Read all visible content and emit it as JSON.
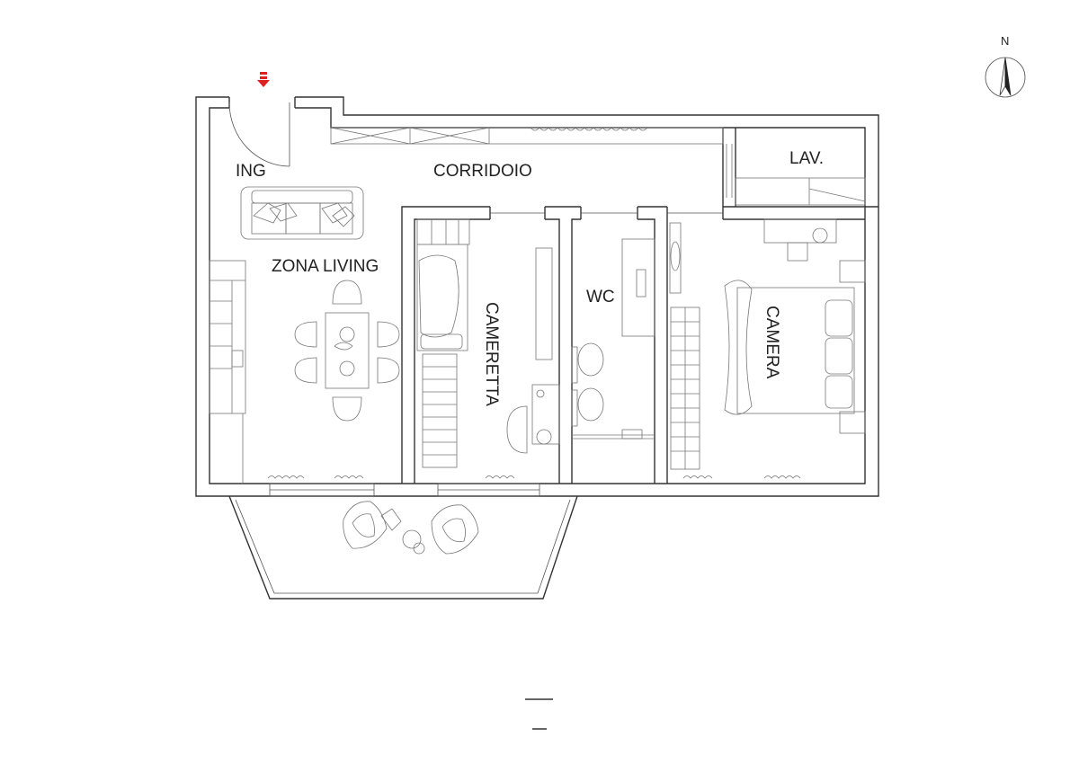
{
  "rooms": {
    "ing": "ING",
    "corridoio": "CORRIDOIO",
    "lav": "LAV.",
    "zona_living": "ZONA LIVING",
    "cameretta": "CAMERETTA",
    "wc": "WC",
    "camera": "CAMERA"
  },
  "north": {
    "letter": "N"
  },
  "colors": {
    "entrance_arrow": "#e02020",
    "walls": "#333333",
    "furniture": "#777777"
  },
  "icons": [
    "north-arrow-icon",
    "entrance-arrow-icon"
  ]
}
